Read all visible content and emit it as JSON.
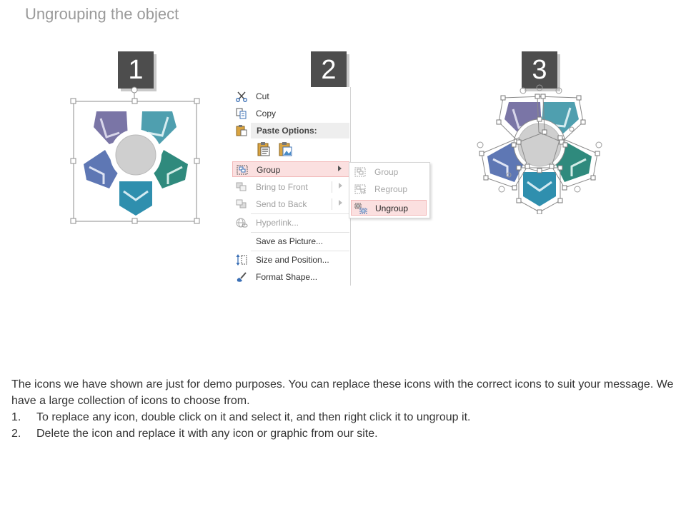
{
  "title": "Ungrouping the object",
  "steps": [
    "1",
    "2",
    "3"
  ],
  "colors": {
    "purple": "#7a75a6",
    "teal_light": "#4f9faf",
    "teal_dark": "#2f8a7d",
    "blue": "#5e77b4",
    "teal_bottom": "#2f8fae",
    "center_gray": "#cfcfcf",
    "menu_highlight": "#fbe0e0"
  },
  "context_menu": {
    "items": {
      "cut": "Cut",
      "copy": "Copy",
      "paste_options": "Paste Options:",
      "group": "Group",
      "bring_to_front": "Bring to Front",
      "send_to_back": "Send to Back",
      "hyperlink": "Hyperlink...",
      "save_as_picture": "Save as Picture...",
      "size_and_position": "Size and Position...",
      "format_shape": "Format Shape..."
    }
  },
  "submenu": {
    "group": "Group",
    "regroup": "Regroup",
    "ungroup": "Ungroup"
  },
  "description": {
    "intro": "The icons we have shown are just for demo purposes. You can replace these icons with the correct icons to suit your message. We have a large collection of icons to choose from.",
    "items": [
      {
        "num": "1.",
        "text": "To replace any icon, double click on it and select it, and then right click it to ungroup it."
      },
      {
        "num": "2.",
        "text": "Delete the icon and replace it with any icon or graphic from our site."
      }
    ]
  }
}
